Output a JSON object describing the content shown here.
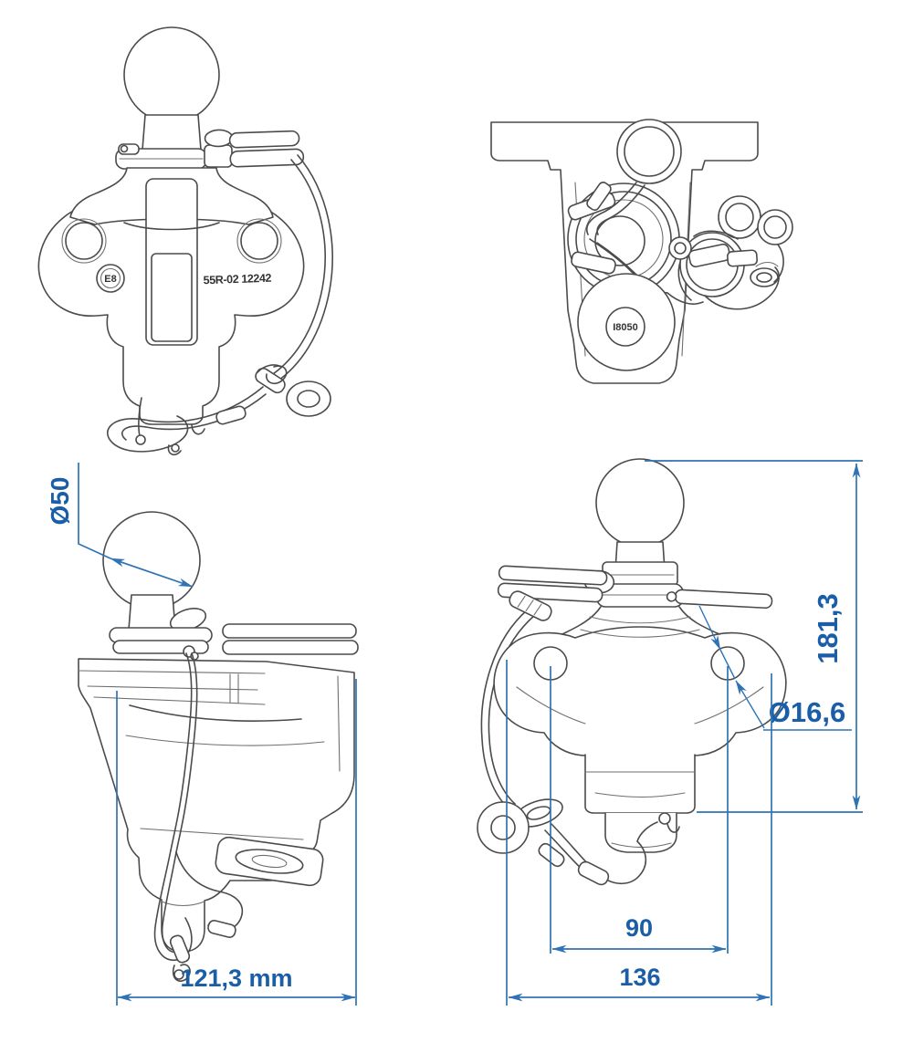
{
  "drawing": {
    "title": "Tow ball hitch technical drawing, four views",
    "views": {
      "front_top": {
        "markings": {
          "approval_circle": "E8",
          "approval_number": "55R-02 12242"
        }
      },
      "top": {
        "markings": {
          "part_number": "I8050"
        }
      },
      "side": {
        "dimensions": {
          "ball_diameter": "Ø50",
          "overall_width": "121,3 mm"
        }
      },
      "front_dimensioned": {
        "dimensions": {
          "overall_height": "181,3",
          "hole_diameter": "Ø16,6",
          "hole_spacing": "90",
          "plate_width": "136"
        }
      }
    }
  },
  "colors": {
    "dimension_blue": "#2f73b5",
    "dimension_text_blue": "#1b5ea8",
    "line_gray": "#4b4b4b",
    "background": "#ffffff"
  }
}
